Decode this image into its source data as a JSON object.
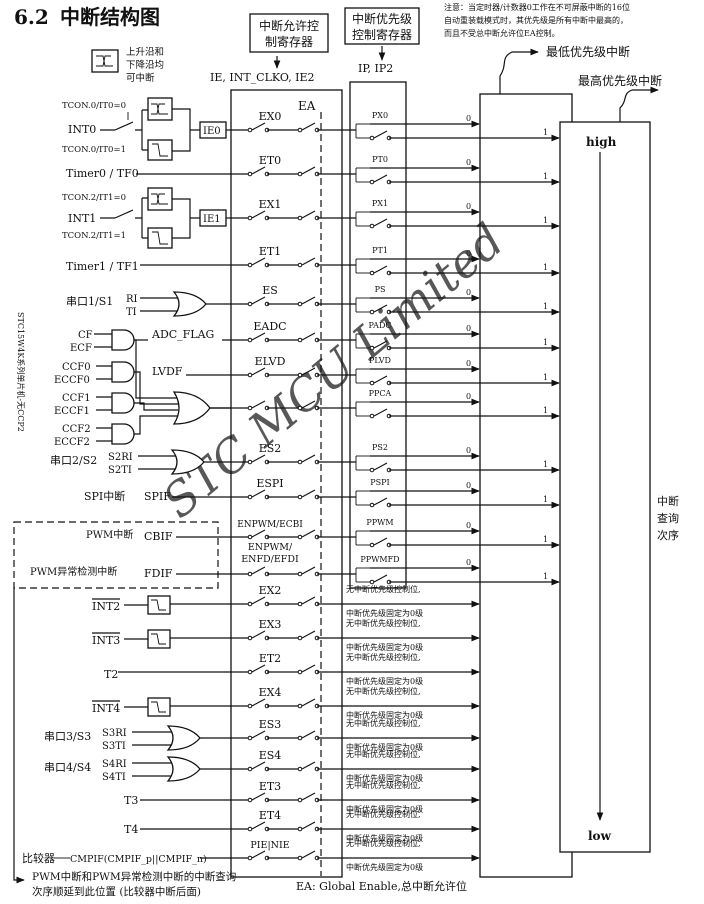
{
  "header": {
    "section_number": "6.2",
    "section_title": "中断结构图",
    "note_lines": [
      "注意：当定时器/计数器0工作在不可屏蔽中断的16位",
      "自动重装载模式时，其优先级是所有中断中最高的，",
      "而且不受总中断允许位EA控制。"
    ],
    "vertical_side_text": "STC15W4K系列单片机-无CCP2"
  },
  "columns": {
    "enable_register_title": [
      "中断允许控",
      "制寄存器"
    ],
    "enable_register_names": "IE, INT_CLKO, IE2",
    "priority_register_title": [
      "中断优先级",
      "控制寄存器"
    ],
    "priority_register_names": "IP, IP2",
    "ea_label": "EA",
    "low_priority_label": "最低优先级中断",
    "high_priority_label": "最高优先级中断",
    "high": "high",
    "low": "low",
    "query_order": [
      "中断",
      "查询",
      "次序"
    ]
  },
  "legend": {
    "edge_text": [
      "上升沿和",
      "下降沿均",
      "可中断"
    ]
  },
  "sources": {
    "int0": {
      "tcon_a": "TCON.0/IT0=0",
      "name": "INT0",
      "tcon_b": "TCON.0/IT0=1",
      "block": "IE0",
      "enable": "EX0",
      "priority": "PX0"
    },
    "timer0": {
      "name": "Timer0 / TF0",
      "enable": "ET0",
      "priority": "PT0"
    },
    "int1": {
      "tcon_a": "TCON.2/IT1=0",
      "name": "INT1",
      "tcon_b": "TCON.2/IT1=1",
      "block": "IE1",
      "enable": "EX1",
      "priority": "PX1"
    },
    "timer1": {
      "name": "Timer1 / TF1",
      "enable": "ET1",
      "priority": "PT1"
    },
    "uart1": {
      "name": "串口1/S1",
      "ri": "RI",
      "ti": "TI",
      "enable": "ES",
      "priority": "PS"
    },
    "adc": {
      "cf": "CF",
      "ecf": "ECF",
      "flag": "ADC_FLAG",
      "enable": "EADC",
      "priority": "PADC"
    },
    "lvd": {
      "flag": "LVDF",
      "enable": "ELVD",
      "priority": "PLVD"
    },
    "pca": {
      "inputs": [
        "CCF0",
        "ECCF0",
        "CCF1",
        "ECCF1",
        "CCF2",
        "ECCF2"
      ],
      "priority": "PPCA"
    },
    "uart2": {
      "name": "串口2/S2",
      "ri": "S2RI",
      "ti": "S2TI",
      "enable": "ES2",
      "priority": "PS2"
    },
    "spi": {
      "name": "SPI中断",
      "flag": "SPIF",
      "enable": "ESPI",
      "priority": "PSPI"
    },
    "pwm": {
      "name": "PWM中断",
      "flag": "CBIF",
      "enable": "ENPWM/ECBI",
      "priority": "PPWM"
    },
    "pwmfd": {
      "name": "PWM异常检测中断",
      "flag": "FDIF",
      "enable": [
        "ENPWM/",
        "ENFD/EFDI"
      ],
      "priority": "PPWMFD"
    },
    "int2": {
      "name": "INT2",
      "enable": "EX2"
    },
    "int3": {
      "name": "INT3",
      "enable": "EX3"
    },
    "t2": {
      "name": "T2",
      "enable": "ET2"
    },
    "int4": {
      "name": "INT4",
      "enable": "EX4"
    },
    "uart3": {
      "name": "串口3/S3",
      "ri": "S3RI",
      "ti": "S3TI",
      "enable": "ES3"
    },
    "uart4": {
      "name": "串口4/S4",
      "ri": "S4RI",
      "ti": "S4TI",
      "enable": "ES4"
    },
    "t3": {
      "name": "T3",
      "enable": "ET3"
    },
    "t4": {
      "name": "T4",
      "enable": "ET4"
    },
    "comparator": {
      "name": "比较器",
      "flag": "CMPIF(CMPIF_p||CMPIF_n)",
      "enable": "PIE|NIE"
    }
  },
  "bit_labels": {
    "zero": "0",
    "one": "1"
  },
  "fixed_priority_note": [
    "无中断优先级控制位,",
    "中断优先级固定为0级"
  ],
  "footer": {
    "pwm_note": [
      "PWM中断和PWM异常检测中断的中断查询",
      "次序顺延到此位置 (比较器中断后面)"
    ],
    "ea_note": "EA: Global Enable,总中断允许位",
    "watermark": "STC  MCU  Limited"
  }
}
